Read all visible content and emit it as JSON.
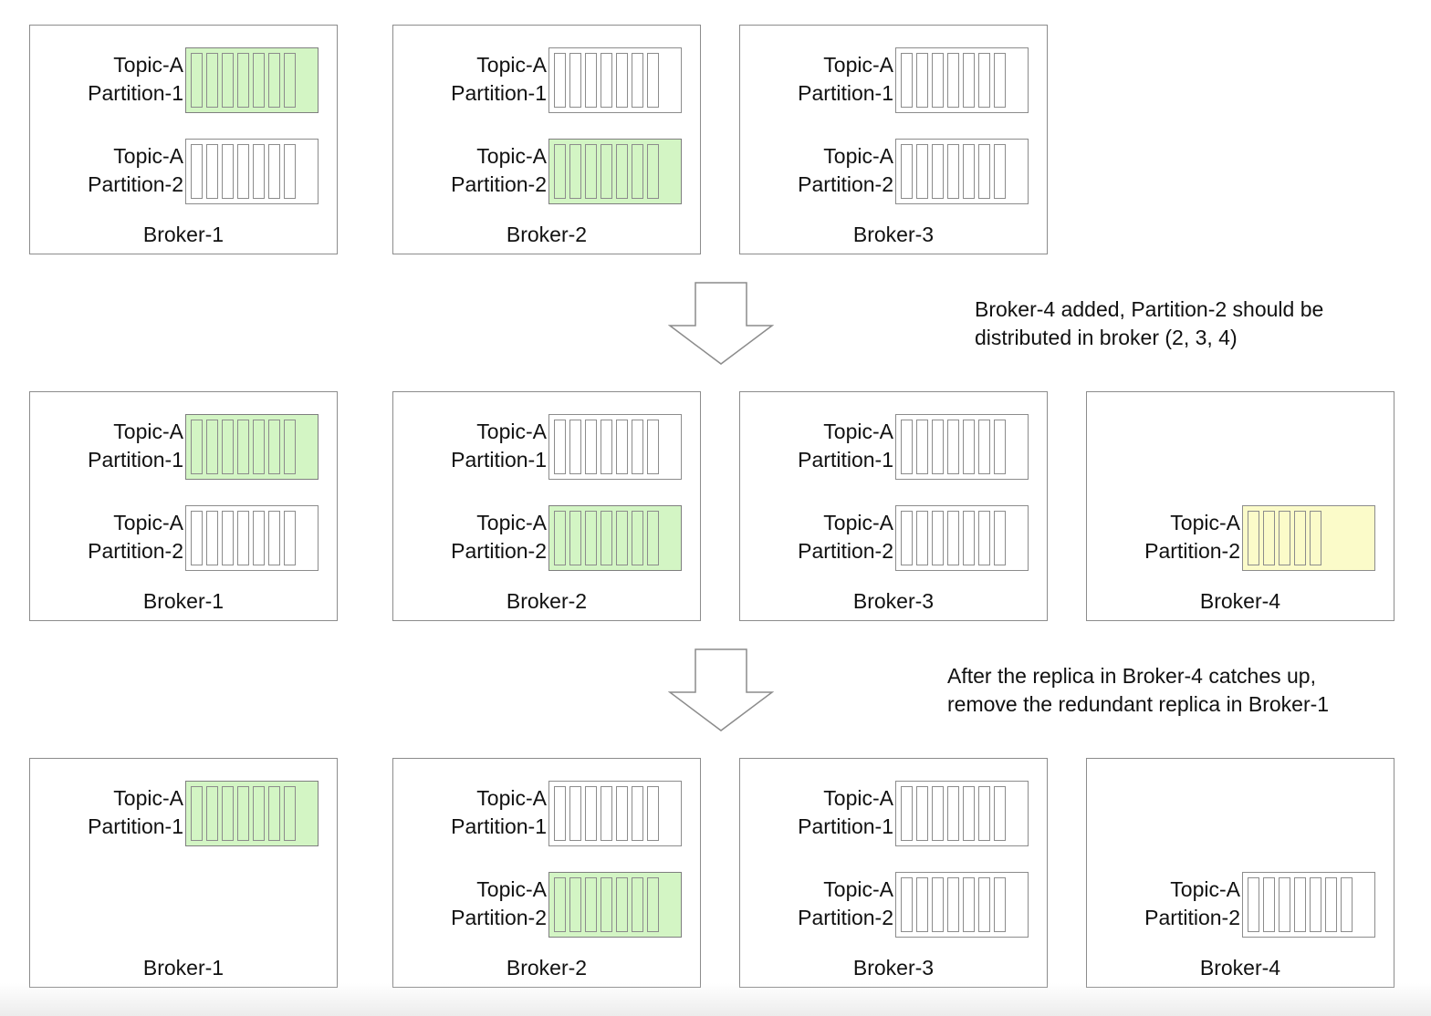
{
  "stages": [
    {
      "brokers": [
        {
          "name": "Broker-1",
          "partitions": [
            {
              "slot": 1,
              "topic": "Topic-A",
              "partition": "Partition-1",
              "role": "leader",
              "segments": 7
            },
            {
              "slot": 2,
              "topic": "Topic-A",
              "partition": "Partition-2",
              "role": "follower",
              "segments": 7
            }
          ]
        },
        {
          "name": "Broker-2",
          "partitions": [
            {
              "slot": 1,
              "topic": "Topic-A",
              "partition": "Partition-1",
              "role": "follower",
              "segments": 7
            },
            {
              "slot": 2,
              "topic": "Topic-A",
              "partition": "Partition-2",
              "role": "leader",
              "segments": 7
            }
          ]
        },
        {
          "name": "Broker-3",
          "partitions": [
            {
              "slot": 1,
              "topic": "Topic-A",
              "partition": "Partition-1",
              "role": "follower",
              "segments": 7
            },
            {
              "slot": 2,
              "topic": "Topic-A",
              "partition": "Partition-2",
              "role": "follower",
              "segments": 7
            }
          ]
        }
      ]
    },
    {
      "brokers": [
        {
          "name": "Broker-1",
          "partitions": [
            {
              "slot": 1,
              "topic": "Topic-A",
              "partition": "Partition-1",
              "role": "leader",
              "segments": 7
            },
            {
              "slot": 2,
              "topic": "Topic-A",
              "partition": "Partition-2",
              "role": "follower",
              "segments": 7
            }
          ]
        },
        {
          "name": "Broker-2",
          "partitions": [
            {
              "slot": 1,
              "topic": "Topic-A",
              "partition": "Partition-1",
              "role": "follower",
              "segments": 7
            },
            {
              "slot": 2,
              "topic": "Topic-A",
              "partition": "Partition-2",
              "role": "leader",
              "segments": 7
            }
          ]
        },
        {
          "name": "Broker-3",
          "partitions": [
            {
              "slot": 1,
              "topic": "Topic-A",
              "partition": "Partition-1",
              "role": "follower",
              "segments": 7
            },
            {
              "slot": 2,
              "topic": "Topic-A",
              "partition": "Partition-2",
              "role": "follower",
              "segments": 7
            }
          ]
        },
        {
          "name": "Broker-4",
          "partitions": [
            {
              "slot": 2,
              "topic": "Topic-A",
              "partition": "Partition-2",
              "role": "syncing",
              "segments": 5
            }
          ]
        }
      ]
    },
    {
      "brokers": [
        {
          "name": "Broker-1",
          "partitions": [
            {
              "slot": 1,
              "topic": "Topic-A",
              "partition": "Partition-1",
              "role": "leader",
              "segments": 7
            }
          ]
        },
        {
          "name": "Broker-2",
          "partitions": [
            {
              "slot": 1,
              "topic": "Topic-A",
              "partition": "Partition-1",
              "role": "follower",
              "segments": 7
            },
            {
              "slot": 2,
              "topic": "Topic-A",
              "partition": "Partition-2",
              "role": "leader",
              "segments": 7
            }
          ]
        },
        {
          "name": "Broker-3",
          "partitions": [
            {
              "slot": 1,
              "topic": "Topic-A",
              "partition": "Partition-1",
              "role": "follower",
              "segments": 7
            },
            {
              "slot": 2,
              "topic": "Topic-A",
              "partition": "Partition-2",
              "role": "follower",
              "segments": 7
            }
          ]
        },
        {
          "name": "Broker-4",
          "partitions": [
            {
              "slot": 2,
              "topic": "Topic-A",
              "partition": "Partition-2",
              "role": "follower",
              "segments": 7
            }
          ]
        }
      ]
    }
  ],
  "transitions": [
    {
      "note_lines": [
        "Broker-4 added, Partition-2 should be",
        "distributed in broker (2, 3, 4)"
      ]
    },
    {
      "note_lines": [
        "After the replica in Broker-4 catches up,",
        "remove the redundant replica in Broker-1"
      ]
    }
  ],
  "colors": {
    "leader": "#d3f5c4",
    "syncing": "#fbfbc9",
    "follower": "#ffffff",
    "border": "#8c8c8c"
  }
}
